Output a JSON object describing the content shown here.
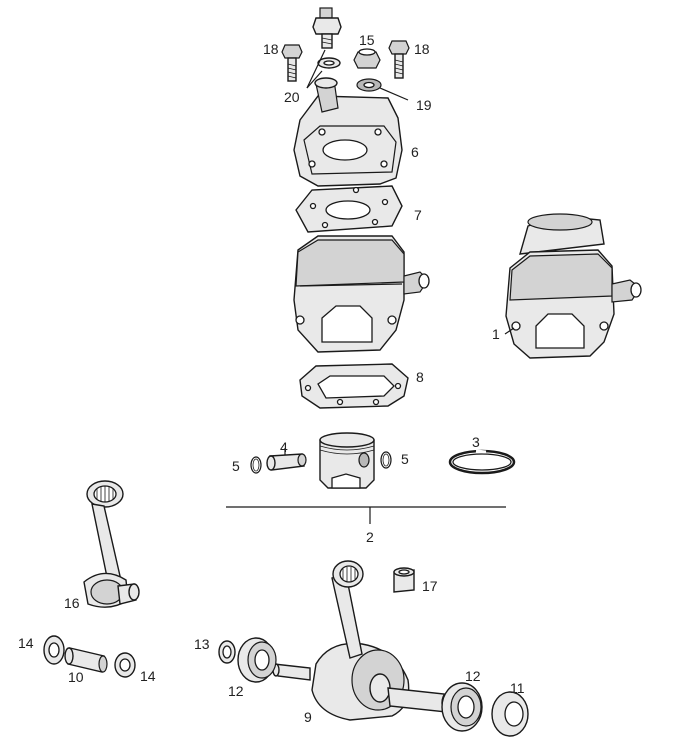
{
  "labels": {
    "n1": "1",
    "n2": "2",
    "n3": "3",
    "n4": "4",
    "n5a": "5",
    "n5b": "5",
    "n6": "6",
    "n7": "7",
    "n8": "8",
    "n9": "9",
    "n10": "10",
    "n11": "11",
    "n12a": "12",
    "n12b": "12",
    "n13": "13",
    "n14a": "14",
    "n14b": "14",
    "n15": "15",
    "n16": "16",
    "n17": "17",
    "n18a": "18",
    "n18b": "18",
    "n19": "19",
    "n20": "20"
  }
}
